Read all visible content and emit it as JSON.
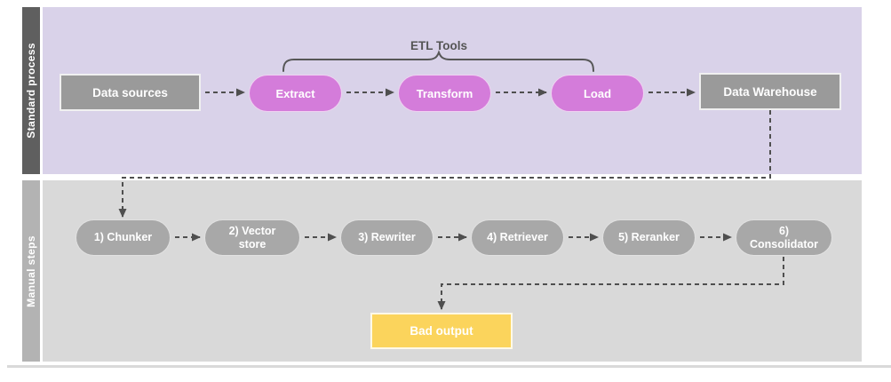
{
  "lanes": [
    {
      "label": "Standard process"
    },
    {
      "label": "Manual steps"
    }
  ],
  "standard": {
    "bracket_label": "ETL Tools",
    "nodes": {
      "data_sources": "Data sources",
      "extract": "Extract",
      "transform": "Transform",
      "load": "Load",
      "data_warehouse": "Data Warehouse"
    }
  },
  "manual": {
    "steps": [
      "1) Chunker",
      "2) Vector\nstore",
      "3) Rewriter",
      "4) Retriever",
      "5) Reranker",
      "6)\nConsolidator"
    ],
    "bad_output": "Bad output"
  },
  "colors": {
    "standard_lane_bar": "#5f5f5f",
    "standard_lane_bg": "#d9d2e9",
    "manual_lane_bar": "#b3b3b3",
    "manual_lane_bg": "#d9d9d9",
    "etl_pill": "#d47cda",
    "gray_box": "#9a9a9a",
    "manual_pill": "#a8a8a8",
    "bad_output": "#fbd45c",
    "connector": "#4f4f4f"
  }
}
